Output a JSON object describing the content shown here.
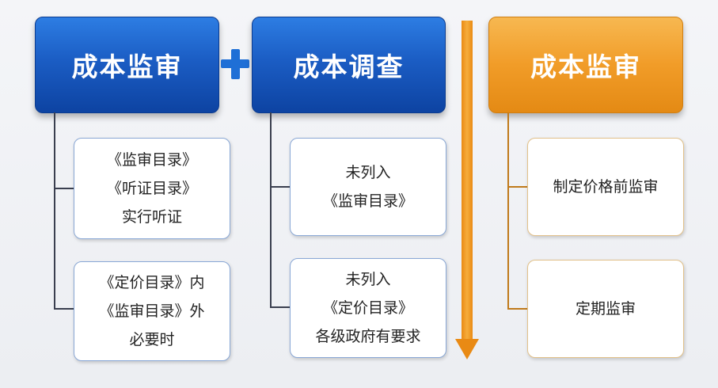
{
  "columns": {
    "left": {
      "title": "成本监审",
      "items": [
        [
          "《监审目录》",
          "《听证目录》",
          "实行听证"
        ],
        [
          "《定价目录》内",
          "《监审目录》外",
          "必要时"
        ]
      ]
    },
    "middle": {
      "title": "成本调查",
      "items": [
        [
          "未列入",
          "《监审目录》"
        ],
        [
          "未列入",
          "《定价目录》",
          "各级政府有要求"
        ]
      ]
    },
    "right": {
      "title": "成本监审",
      "items": [
        [
          "制定价格前监审"
        ],
        [
          "定期监审"
        ]
      ]
    }
  },
  "colors": {
    "blue": "#1b5dc4",
    "orange": "#f19c28",
    "connector": "#3a3f4f"
  }
}
